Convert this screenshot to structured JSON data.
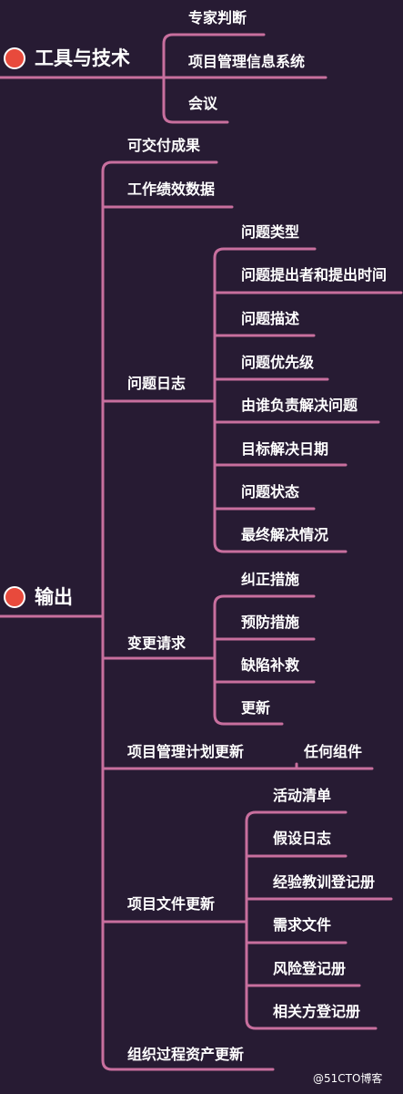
{
  "colors": {
    "background": "#271b33",
    "branch": "#c86f9e",
    "bullet": "#e84a3c",
    "text": "#ffffff"
  },
  "sections": {
    "tools": {
      "title": "工具与技术",
      "items": [
        "专家判断",
        "项目管理信息系统",
        "会议"
      ]
    },
    "outputs": {
      "title": "输出",
      "deliverables": "可交付成果",
      "work_performance_data": "工作绩效数据",
      "issue_log": {
        "label": "问题日志",
        "items": [
          "问题类型",
          "问题提出者和提出时间",
          "问题描述",
          "问题优先级",
          "由谁负责解决问题",
          "目标解决日期",
          "问题状态",
          "最终解决情况"
        ]
      },
      "change_requests": {
        "label": "变更请求",
        "items": [
          "纠正措施",
          "预防措施",
          "缺陷补救",
          "更新"
        ]
      },
      "plan_updates": {
        "label": "项目管理计划更新",
        "child": "任何组件"
      },
      "document_updates": {
        "label": "项目文件更新",
        "items": [
          "活动清单",
          "假设日志",
          "经验教训登记册",
          "需求文件",
          "风险登记册",
          "相关方登记册"
        ]
      },
      "opa_updates": "组织过程资产更新"
    }
  },
  "watermark": "@51CTO博客"
}
